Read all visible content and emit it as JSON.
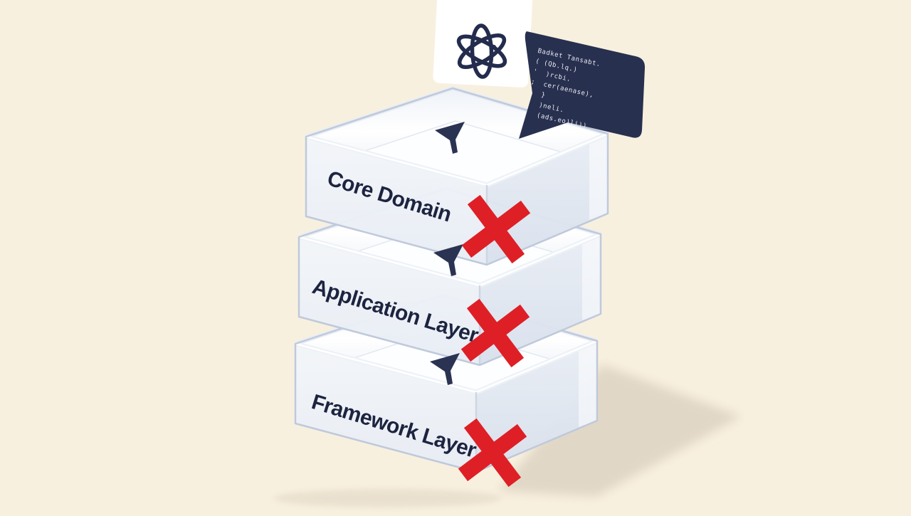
{
  "illustration": {
    "background_color": "#f8f0df",
    "colors": {
      "navy": "#28304f",
      "red": "#de1f26",
      "label_text": "#1d2440",
      "box_edge": "#bfc9db",
      "card_white": "#ffffff"
    },
    "layers": [
      {
        "label": "Core Domain"
      },
      {
        "label": "Application Layer"
      },
      {
        "label": "Framework Layer"
      }
    ],
    "code_bubble": {
      "lines": [
        "Badket Tansabt.",
        "( (Qb.lq.)",
        "'  )rcbi.",
        ";  cer(aenase),",
        "'  }",
        "'  )neli.",
        ";  (ads.eo)li))"
      ]
    }
  }
}
